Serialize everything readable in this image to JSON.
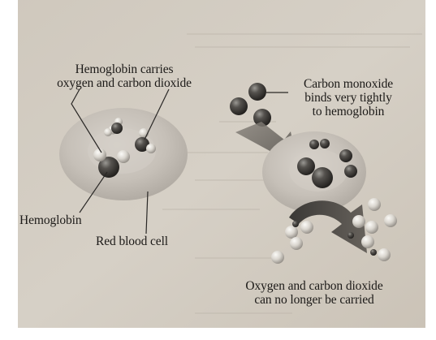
{
  "labels": {
    "carries_line1": "Hemoglobin carries",
    "carries_line2": "oxygen and carbon dioxide",
    "co_line1": "Carbon monoxide",
    "co_line2": "binds very tightly",
    "co_line3": "to hemoglobin",
    "hemoglobin": "Hemoglobin",
    "red_blood_cell": "Red blood cell",
    "result_line1": "Oxygen and carbon dioxide",
    "result_line2": "can no longer be carried"
  },
  "colors": {
    "page": "#d3ccc1",
    "cell": "#c2bcb4",
    "molecule_dark": "#3b3936",
    "molecule_light": "#dedad3",
    "text": "#1c1a18"
  }
}
